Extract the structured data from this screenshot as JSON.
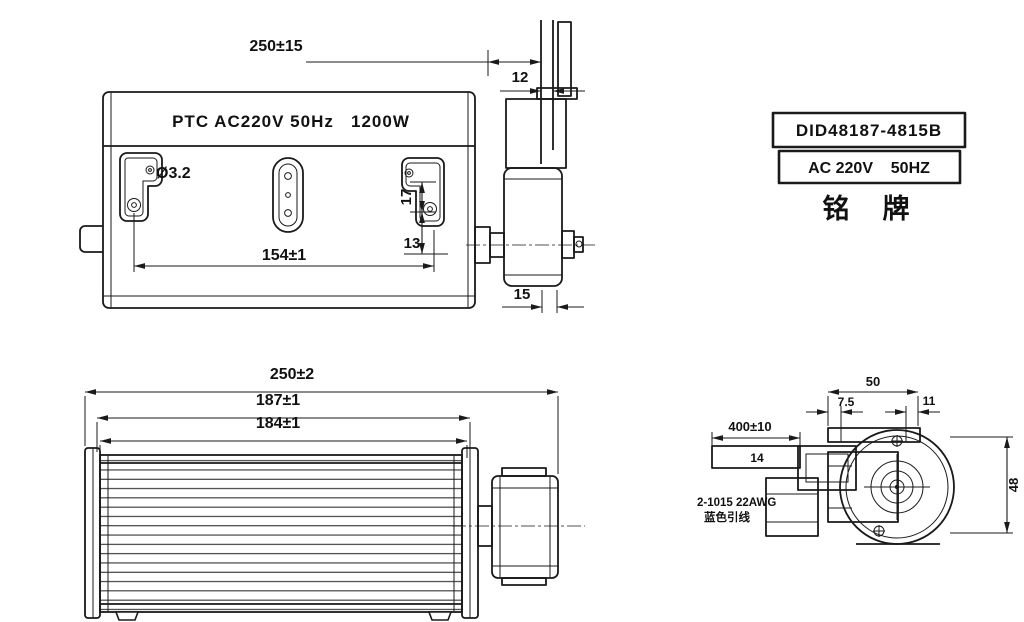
{
  "colors": {
    "ink": "#1a1a1a",
    "paper": "#ffffff"
  },
  "drawing": {
    "top_view": {
      "heater_label": "PTC AC220V 50Hz   1200W",
      "dim_lead": "250±15",
      "dim_wire_gap": "12",
      "dim_hole": "Ø3.2",
      "dim_17": "17",
      "dim_13": "13",
      "dim_154": "154±1",
      "dim_15": "15"
    },
    "nameplate": {
      "model": "DID48187-4815B",
      "rating": "AC 220V    50HZ",
      "caption": "铭  牌"
    },
    "front_view": {
      "dim_overall": "250±2",
      "dim_187": "187±1",
      "dim_184": "184±1"
    },
    "end_view": {
      "dim_50": "50",
      "dim_7_5": "7.5",
      "dim_11": "11",
      "dim_48": "48",
      "dim_lead_length": "400±10",
      "dim_14": "14",
      "wire_spec": "2-1015 22AWG",
      "wire_color_note": "蓝色引线"
    }
  }
}
